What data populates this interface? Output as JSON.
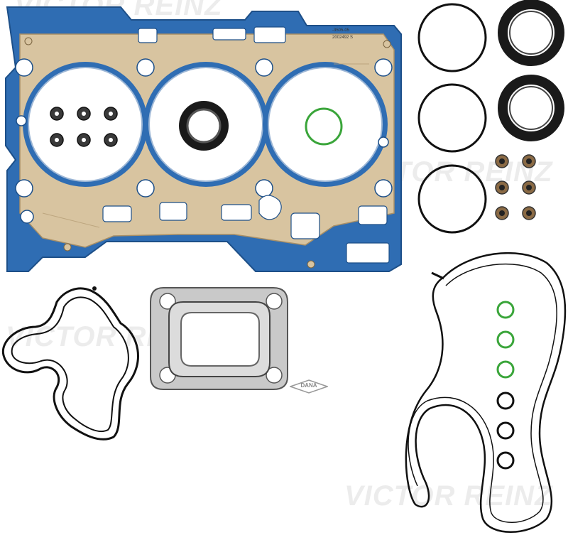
{
  "brand": {
    "watermark_text": "VICTOR REINZ",
    "stamp_text": "DANA"
  },
  "markings": {
    "part_code_line1": "-3505-05",
    "part_code_line2": "2002492 S"
  },
  "colors": {
    "background": "#ffffff",
    "head_gasket_blue": "#2f6db3",
    "head_gasket_tan": "#d8c4a0",
    "rubber_black": "#1a1a1a",
    "oring_green": "#3aa53a",
    "metal_grey": "#c9c9c9"
  }
}
